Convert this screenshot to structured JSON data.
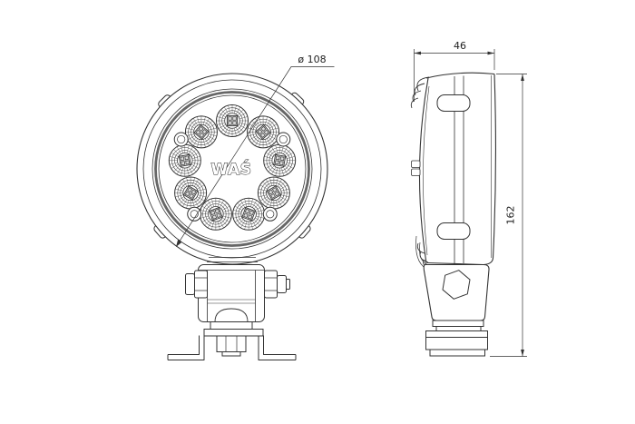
{
  "drawing": {
    "background": "#ffffff",
    "line_color": "#333333",
    "accent_dark": "#666666",
    "views": {
      "front": {
        "logo": "WAŚ",
        "diameter_dimension": "ø 108",
        "led_count": 9,
        "led_start_angle_deg": 90,
        "led_step_deg": 40,
        "led_ring_radius": 53,
        "led_radius": 17.5,
        "screw_angles_deg": [
          30,
          150,
          230,
          310
        ],
        "screw_ring_radius": 65,
        "tab_angles_deg": [
          47,
          135,
          221,
          319
        ]
      },
      "side": {
        "width_dimension": "46",
        "height_dimension": "162"
      }
    }
  }
}
